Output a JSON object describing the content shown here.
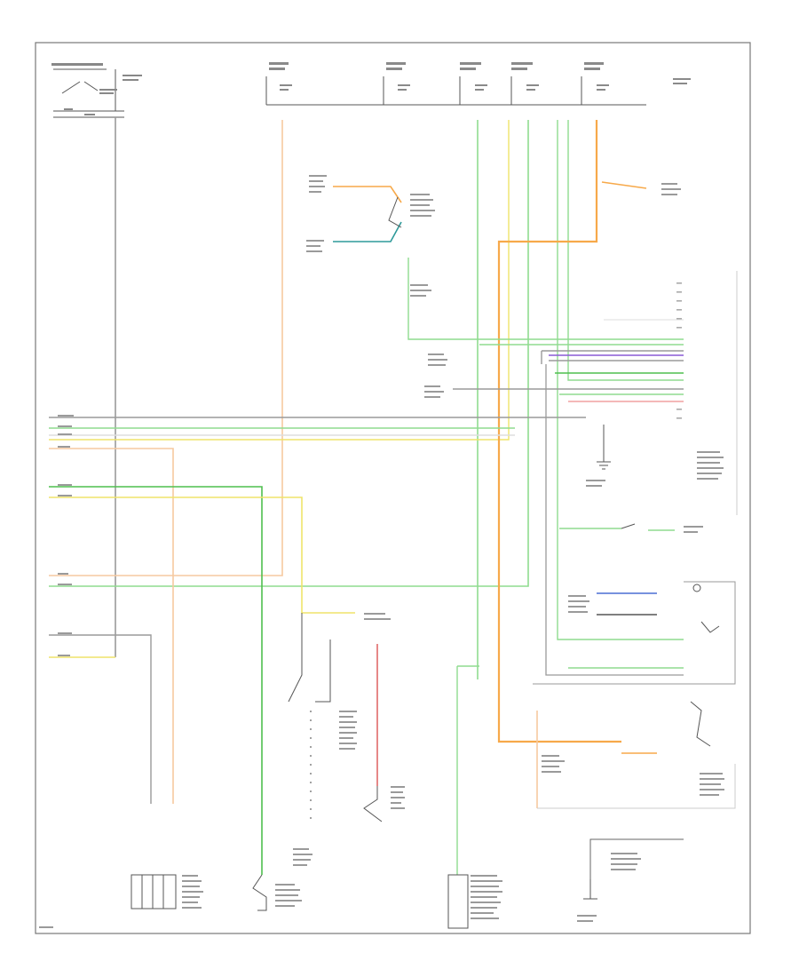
{
  "diagram": {
    "type": "automotive wiring schematic",
    "labels_legible": false,
    "wire_colors": {
      "orange": "#f7a94a",
      "light_orange": "#f6c9a0",
      "gray": "#9a9a9a",
      "light_green": "#8fdc8f",
      "green": "#4fbf4f",
      "yellow": "#efe46a",
      "blue": "#4a6fd4",
      "violet": "#8a5ad6",
      "red": "#e06a6a",
      "pink": "#f1a0a0",
      "teal": "#2e9a9a",
      "black": "#333333",
      "white": "#dddddd"
    },
    "components": [
      {
        "id": "ignition-switch",
        "icon": "switch-icon"
      },
      {
        "id": "fuse-block",
        "icon": "fuse-icon"
      },
      {
        "id": "engine-control-module",
        "icon": "connector-icon"
      },
      {
        "id": "park-neutral-switch",
        "icon": "switch-icon"
      },
      {
        "id": "brake-pressure-switch",
        "icon": "switch-icon"
      },
      {
        "id": "clutch-pedal-switch",
        "icon": "switch-icon"
      },
      {
        "id": "ground-point",
        "icon": "ground-icon"
      },
      {
        "id": "dtr-connector",
        "icon": "connector-icon"
      },
      {
        "id": "transmission-connector",
        "icon": "connector-icon"
      },
      {
        "id": "solenoid-body",
        "icon": "solenoid-icon"
      },
      {
        "id": "rear-lamp-connector",
        "icon": "connector-icon"
      }
    ]
  }
}
